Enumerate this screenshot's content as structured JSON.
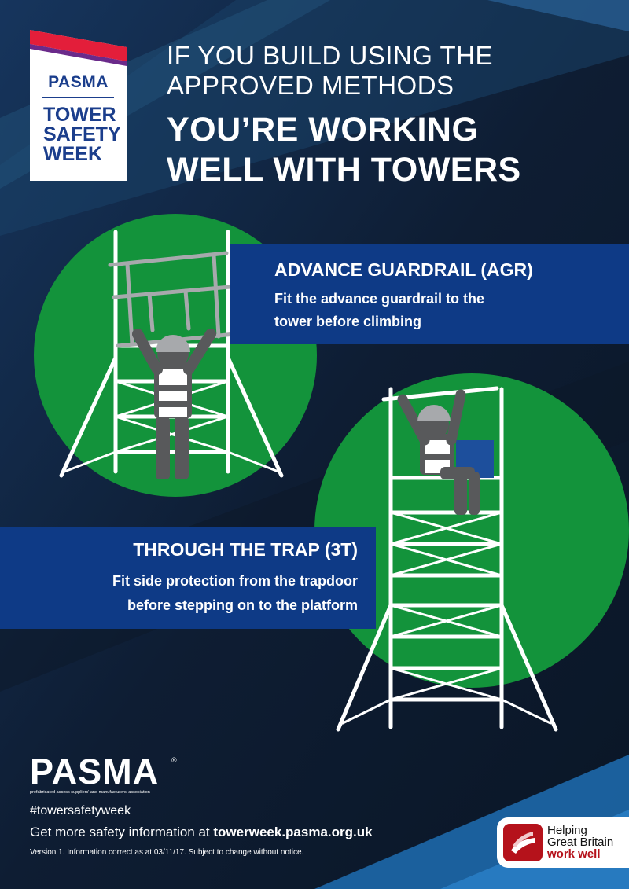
{
  "badge": {
    "logo": "PASMA",
    "lines": [
      "TOWER",
      "SAFETY",
      "WEEK"
    ]
  },
  "headline": {
    "light": [
      "IF YOU BUILD USING THE",
      "APPROVED METHODS"
    ],
    "bold": [
      "YOU’RE WORKING",
      "WELL WITH TOWERS"
    ]
  },
  "agr": {
    "title": "ADVANCE GUARDRAIL (AGR)",
    "desc": [
      "Fit the advance guardrail to the",
      "tower before climbing"
    ]
  },
  "three_t": {
    "title": "THROUGH THE TRAP (3T)",
    "desc": [
      "Fit side protection from the trapdoor",
      "before stepping on to the platform"
    ]
  },
  "footer": {
    "logo": "PASMA",
    "logo_mark": "®",
    "logo_tagline": "prefabricated access suppliers' and manufacturers' association",
    "hashtag": "#towersafetyweek",
    "info_prefix": "Get more safety information at ",
    "info_url": "towerweek.pasma.org.uk",
    "version": "Version 1. Information correct as at 03/11/17. Subject to change without notice."
  },
  "hgb": {
    "lines": [
      "Helping",
      "Great Britain"
    ],
    "strong": "work well"
  },
  "colors": {
    "navy": "#0e3a86",
    "green": "#13933b",
    "background": "#0d1a2b",
    "badge_red": "#e31e3a",
    "badge_purple": "#6a2a8a",
    "brand_blue": "#1b3e8c"
  }
}
